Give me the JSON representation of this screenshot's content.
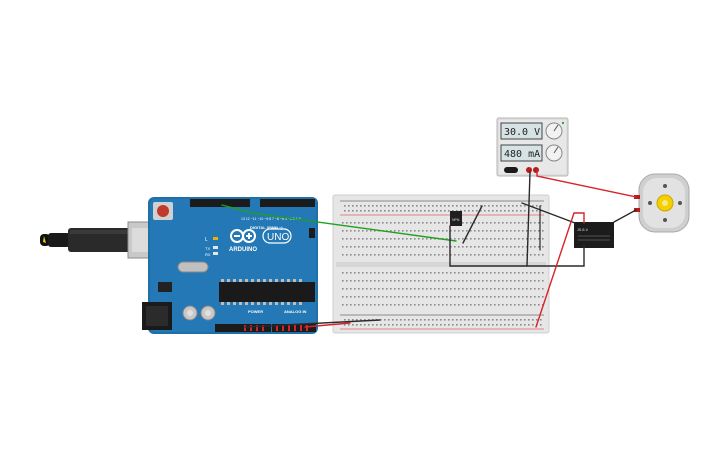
{
  "arduino": {
    "brand": "ARDUINO",
    "model": "UNO",
    "digital_label": "DIGITAL (PWM ~)",
    "analog_label": "ANALOG IN",
    "power_label": "POWER",
    "tx_label": "TX",
    "rx_label": "RX",
    "l_label": "L",
    "board_color": "#1f6fa8"
  },
  "power_supply": {
    "voltage": "30.0 V",
    "current": "480 mA"
  },
  "relay": {
    "label": "JS-5-V"
  },
  "transistor": {
    "label": "NPN"
  },
  "motor": {
    "icon": "dc-motor-icon"
  },
  "colors": {
    "wire_red": "#d9232b",
    "wire_black": "#2a2a2a",
    "wire_green": "#1ea01e",
    "breadboard": "#e6e6e6"
  }
}
